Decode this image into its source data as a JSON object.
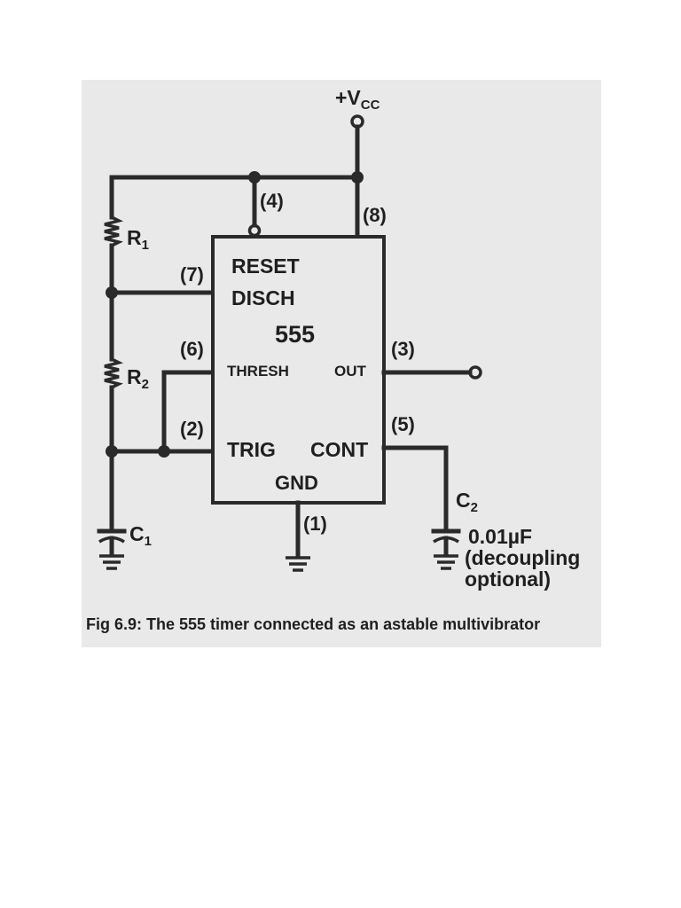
{
  "supply": {
    "plus": "+V",
    "sub": "CC"
  },
  "chip": {
    "name": "555",
    "reset": "RESET",
    "disch": "DISCH",
    "thresh": "THRESH",
    "out": "OUT",
    "trig": "TRIG",
    "cont": "CONT",
    "gnd": "GND"
  },
  "pins": {
    "p1": "(1)",
    "p2": "(2)",
    "p3": "(3)",
    "p4": "(4)",
    "p5": "(5)",
    "p6": "(6)",
    "p7": "(7)",
    "p8": "(8)"
  },
  "components": {
    "r1": {
      "letter": "R",
      "sub": "1"
    },
    "r2": {
      "letter": "R",
      "sub": "2"
    },
    "c1": {
      "letter": "C",
      "sub": "1"
    },
    "c2": {
      "letter": "C",
      "sub": "2"
    },
    "c2_value": "0.01µF",
    "c2_note_line1": "(decoupling",
    "c2_note_line2": "optional)"
  },
  "caption": "Fig 6.9: The 555 timer connected as an astable multivibrator",
  "colors": {
    "ink": "#2a2a2a",
    "panel": "#e9e9e9",
    "page": "#ffffff"
  }
}
